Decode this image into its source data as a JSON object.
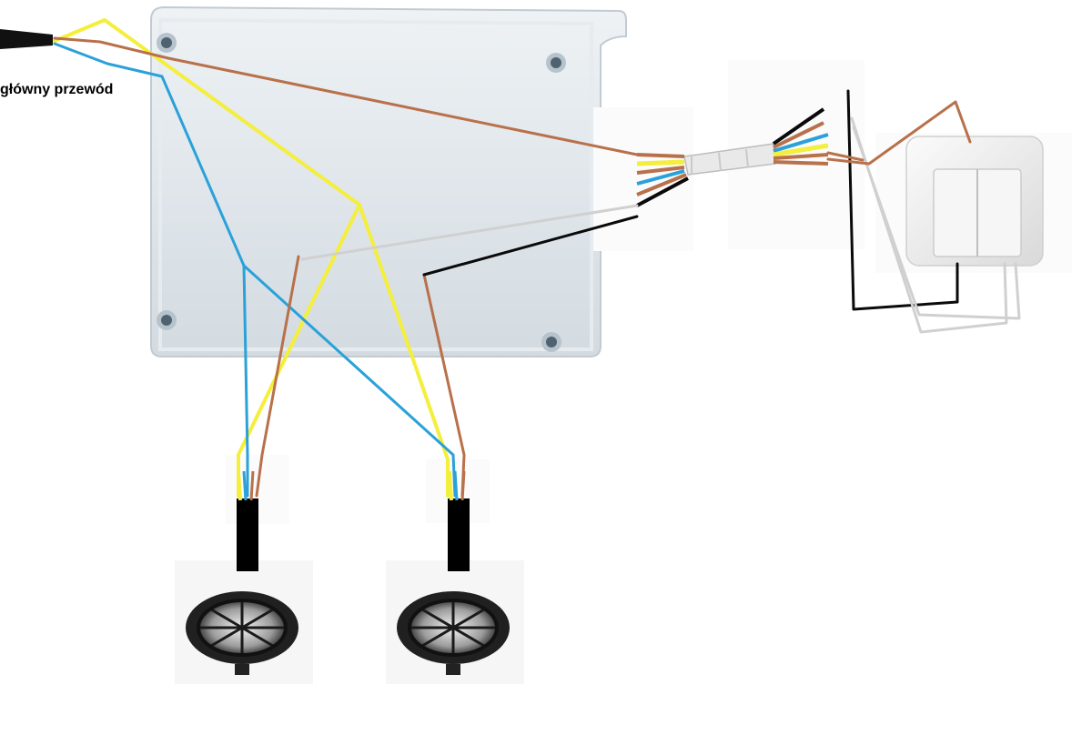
{
  "labels": {
    "main_cable": "główny przewód"
  },
  "colors": {
    "brown": "#b8714a",
    "blue": "#2aa1d9",
    "yellow": "#f4ee3c",
    "black": "#0a0a0a",
    "grey": "#cfcfcf",
    "box": "#dfe5ea"
  },
  "components": {
    "junction_box": "junction-box",
    "cable_connector": "cable-connector",
    "double_switch": "double-light-switch",
    "lamps": [
      "bulkhead-lamp",
      "bulkhead-lamp"
    ]
  }
}
